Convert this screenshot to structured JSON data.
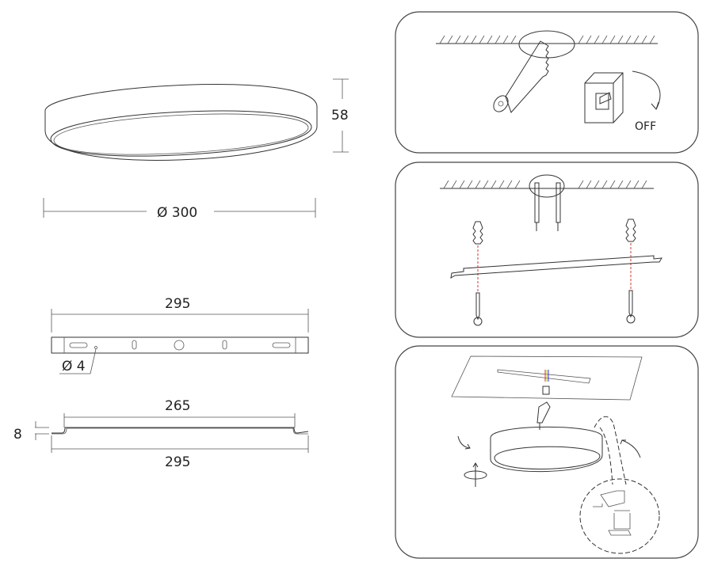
{
  "dimensions": {
    "lamp_height": "58",
    "lamp_diameter": "Ø 300",
    "bracket_length_top": "295",
    "hole_diameter": "Ø 4",
    "bracket_inner_length": "265",
    "bracket_depth": "8",
    "bracket_length_bottom": "295"
  },
  "steps": {
    "step1": {
      "switch_label": "OFF"
    }
  },
  "colors": {
    "line": "#333333",
    "marker": "#dd3333"
  }
}
